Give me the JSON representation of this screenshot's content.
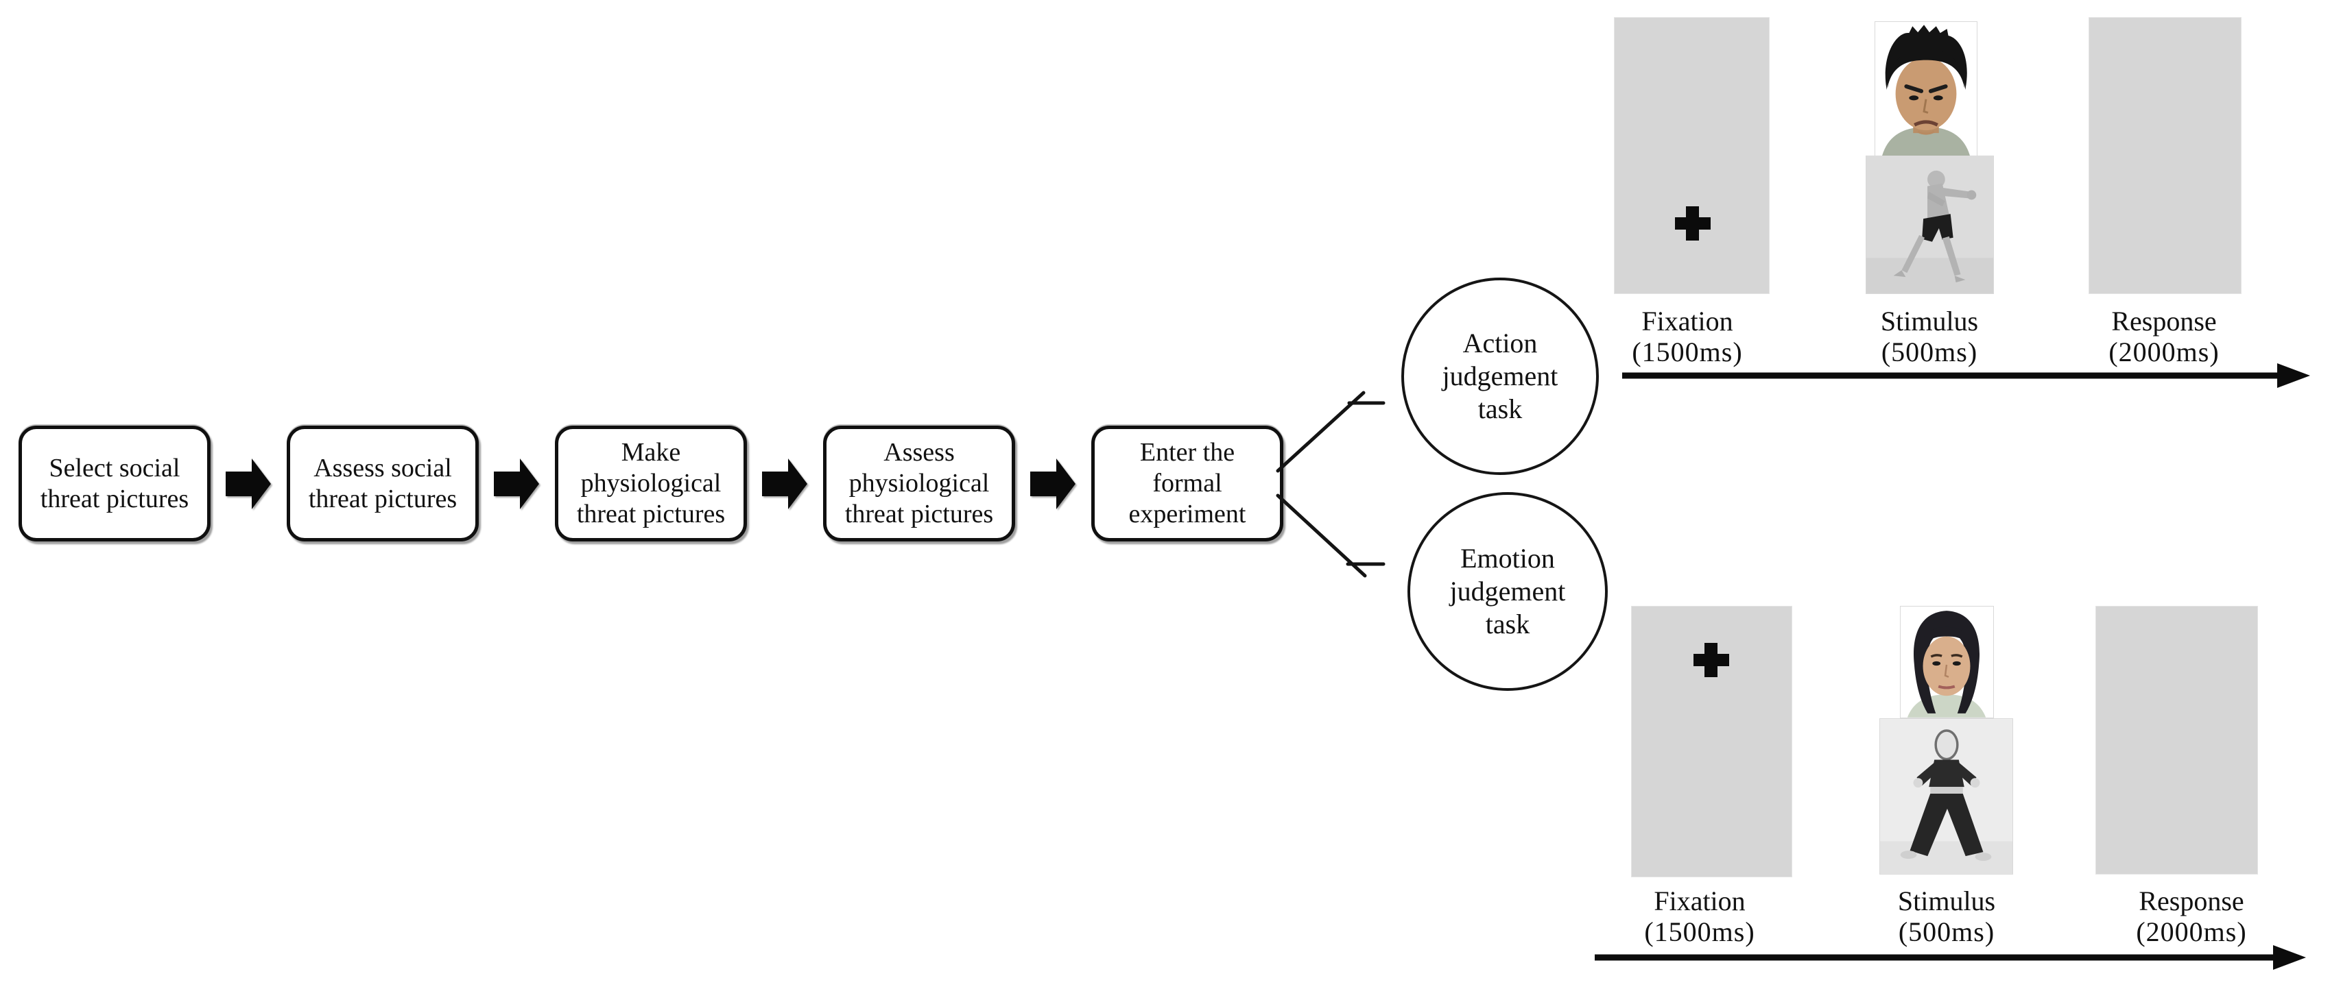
{
  "pipeline": {
    "steps": [
      {
        "lines": [
          "Select social",
          "threat pictures",
          ""
        ]
      },
      {
        "lines": [
          "Assess social",
          "threat pictures",
          ""
        ]
      },
      {
        "lines": [
          "Make",
          "physiological",
          "threat pictures"
        ]
      },
      {
        "lines": [
          "Assess",
          "physiological",
          "threat pictures"
        ]
      },
      {
        "lines": [
          "Enter the",
          "formal",
          "experiment"
        ]
      }
    ]
  },
  "tasks": [
    {
      "lines": [
        "Action",
        "judgement",
        "task"
      ]
    },
    {
      "lines": [
        "Emotion",
        "judgement",
        "task"
      ]
    }
  ],
  "timelines": [
    {
      "task": "Action judgement task",
      "stages": [
        {
          "name": "Fixation",
          "duration": "(1500ms)",
          "content": "fixation-cross-on-gray-screen"
        },
        {
          "name": "Stimulus",
          "duration": "(500ms)",
          "content": "angry-male-face-photo-above-boxing-body-photo"
        },
        {
          "name": "Response",
          "duration": "(2000ms)",
          "content": "blank-gray-screen"
        }
      ]
    },
    {
      "task": "Emotion judgement task",
      "stages": [
        {
          "name": "Fixation",
          "duration": "(1500ms)",
          "content": "fixation-cross-on-gray-screen"
        },
        {
          "name": "Stimulus",
          "duration": "(500ms)",
          "content": "neutral-female-face-photo-above-fighting-stance-body-photo"
        },
        {
          "name": "Response",
          "duration": "(2000ms)",
          "content": "blank-gray-screen"
        }
      ]
    }
  ],
  "icons": {
    "step_arrow": "solid-right-arrow",
    "fixation_cross": "plus-cross",
    "timeline_axis": "right-arrow-axis"
  },
  "colors": {
    "screen_gray": "#d6d6d6",
    "ink": "#111111"
  }
}
